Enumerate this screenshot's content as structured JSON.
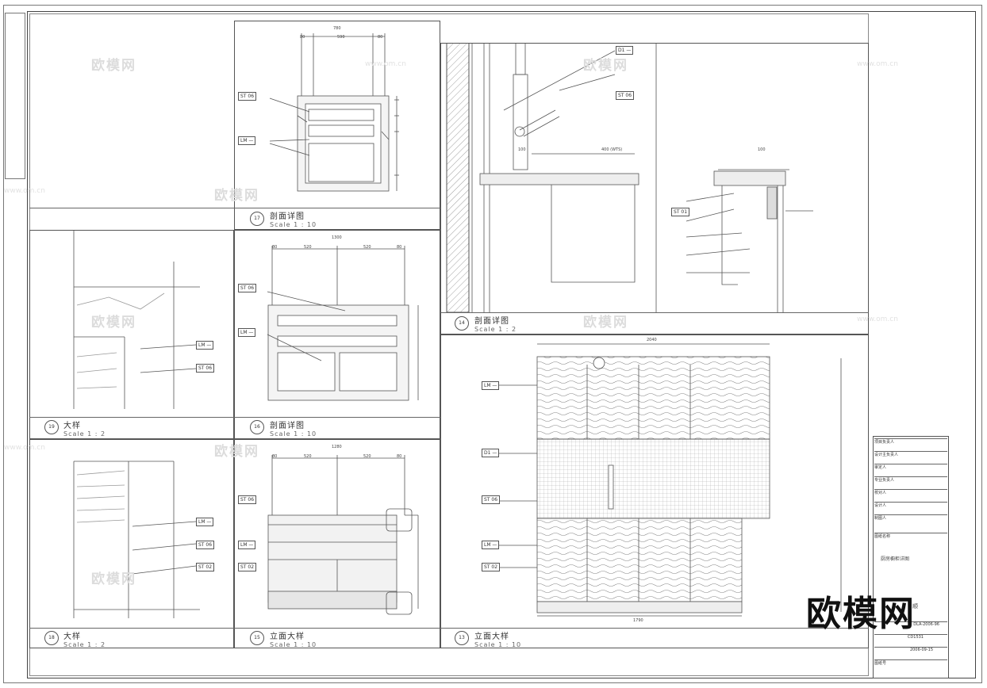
{
  "views": [
    {
      "num": "17",
      "title": "剖面详图",
      "scale": "Scale 1 : 10"
    },
    {
      "num": "19",
      "title": "大样",
      "scale": "Scale 1 : 2"
    },
    {
      "num": "16",
      "title": "剖面详图",
      "scale": "Scale 1 : 10"
    },
    {
      "num": "14",
      "title": "剖面详图",
      "scale": "Scale 1 : 2"
    },
    {
      "num": "18",
      "title": "大样",
      "scale": "Scale 1 : 2"
    },
    {
      "num": "15",
      "title": "立面大样",
      "scale": "Scale 1 : 10"
    },
    {
      "num": "13",
      "title": "立面大样",
      "scale": "Scale 1 : 10"
    }
  ],
  "tags": {
    "st06": "ST 06",
    "lm": "LM —",
    "st02": "ST 02",
    "st01": "ST 01",
    "d1": "D1 —"
  },
  "dims": {
    "v17_top": "780",
    "v17_a": "80",
    "v17_b": "590",
    "v17_c": "80",
    "v16_top": "1300",
    "v16_a": "80",
    "v16_b": "520",
    "v16_c": "520",
    "v16_d": "80",
    "v15_top": "1280",
    "v15_a": "80",
    "v15_b": "520",
    "v15_c": "520",
    "v15_d": "80",
    "v13_top": "2040",
    "v13_bot": "1790",
    "v13_mid": "400 (WTS)",
    "v13_r": "100",
    "v13_l": "100"
  },
  "watermark": {
    "cn": "欧模网",
    "url": "www.om.cn"
  },
  "title_block": {
    "rows": [
      "项目负责人",
      "设计主负责人",
      "审定人",
      "专业负责人",
      "校对人",
      "设计人",
      "制图人"
    ],
    "drawing_label": "图纸名称",
    "drawing_name": "厨房橱柜详图",
    "code": "DLA-2006-96",
    "no": "CD1531",
    "date": "2006-09-15",
    "sheet_label": "图纸号",
    "sheet": "顺"
  },
  "logo": "欧模网",
  "colors": {
    "line": "#555555",
    "hatch": "#999999"
  }
}
